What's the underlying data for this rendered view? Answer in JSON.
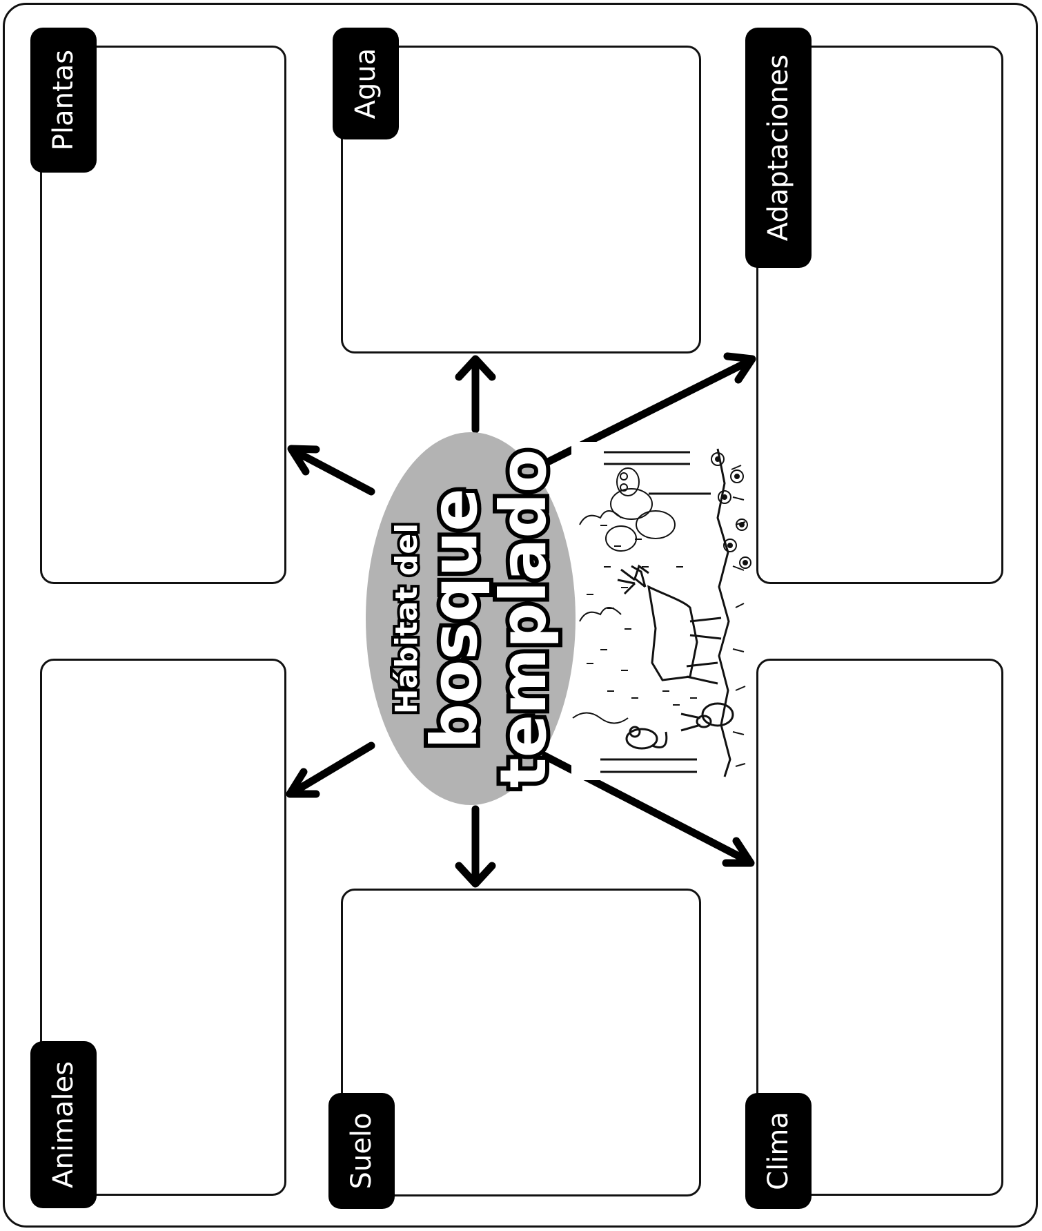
{
  "center": {
    "line1": "Hábitat del",
    "line2": "bosque",
    "line3": "templado"
  },
  "sections": {
    "plantas": "Plantas",
    "agua": "Agua",
    "adaptaciones": "Adaptaciones",
    "animales": "Animales",
    "suelo": "Suelo",
    "clima": "Clima"
  },
  "illustration": {
    "scene": "forest with deer, rabbit, squirrel, owl and rain",
    "icons": [
      "deer-icon",
      "rabbit-icon",
      "squirrel-icon",
      "owl-icon",
      "tree-icon",
      "flower-icon",
      "rain-icon"
    ]
  },
  "colors": {
    "ellipse": "#b3b3b3",
    "ink": "#000000",
    "paper": "#ffffff"
  }
}
